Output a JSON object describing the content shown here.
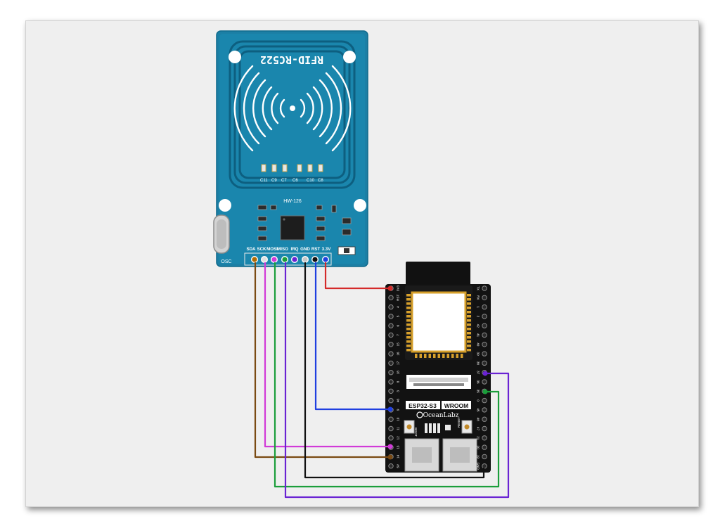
{
  "rfid": {
    "title": "RFID-RC522",
    "model": "HW-126",
    "osc_label": "OSC",
    "cap_labels": [
      "C11",
      "C9",
      "C7",
      "C6",
      "C10",
      "C8"
    ],
    "pins": [
      {
        "label": "SDA",
        "color": "#b06a00"
      },
      {
        "label": "SCK",
        "color": "#e0e0e0"
      },
      {
        "label": "MOSI",
        "color": "#d13ad8"
      },
      {
        "label": "MISO",
        "color": "#1b9e3b"
      },
      {
        "label": "IRQ",
        "color": "#6a23d3"
      },
      {
        "label": "GND",
        "color": "#c8c8c8"
      },
      {
        "label": "RST",
        "color": "#111111"
      },
      {
        "label": "3.3V",
        "color": "#1f3fe0"
      }
    ]
  },
  "esp32": {
    "chip_label": "ESP32-S3",
    "module_label": "WROOM",
    "brand": "OceanLabz",
    "button_left": "BOOT",
    "button_right": "RESET",
    "left_pins": [
      "3V3",
      "RST",
      "4",
      "5",
      "6",
      "7",
      "15",
      "16",
      "17",
      "18",
      "8",
      "3",
      "46",
      "9",
      "10",
      "11",
      "12",
      "13",
      "14",
      "5V"
    ],
    "right_pins": [
      "TX",
      "RX",
      "1",
      "2",
      "42",
      "41",
      "40",
      "39",
      "38",
      "37",
      "36",
      "35",
      "0",
      "45",
      "48",
      "47",
      "21",
      "20",
      "19",
      "GND"
    ]
  },
  "wires": [
    {
      "name": "3v3",
      "color": "#d42a2a"
    },
    {
      "name": "rst",
      "color": "#1f3fe0"
    },
    {
      "name": "sda",
      "color": "#7a4a12"
    },
    {
      "name": "sck",
      "color": "#d13ad8"
    },
    {
      "name": "mosi",
      "color": "#1b9e3b"
    },
    {
      "name": "miso",
      "color": "#6a23d3"
    },
    {
      "name": "gnd",
      "color": "#111111"
    }
  ]
}
